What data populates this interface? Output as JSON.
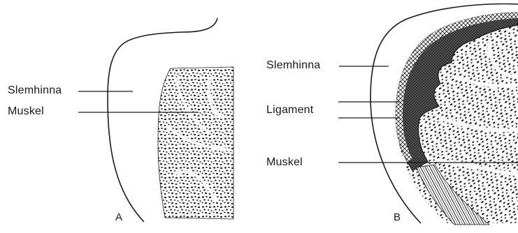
{
  "figure": {
    "panel_a": {
      "letter": "A",
      "labels": {
        "mucosa": "Slemhinna",
        "muscle": "Muskel"
      }
    },
    "panel_b": {
      "letter": "B",
      "labels": {
        "mucosa": "Slemhinna",
        "ligament": "Ligament",
        "muscle": "Muskel"
      }
    }
  }
}
